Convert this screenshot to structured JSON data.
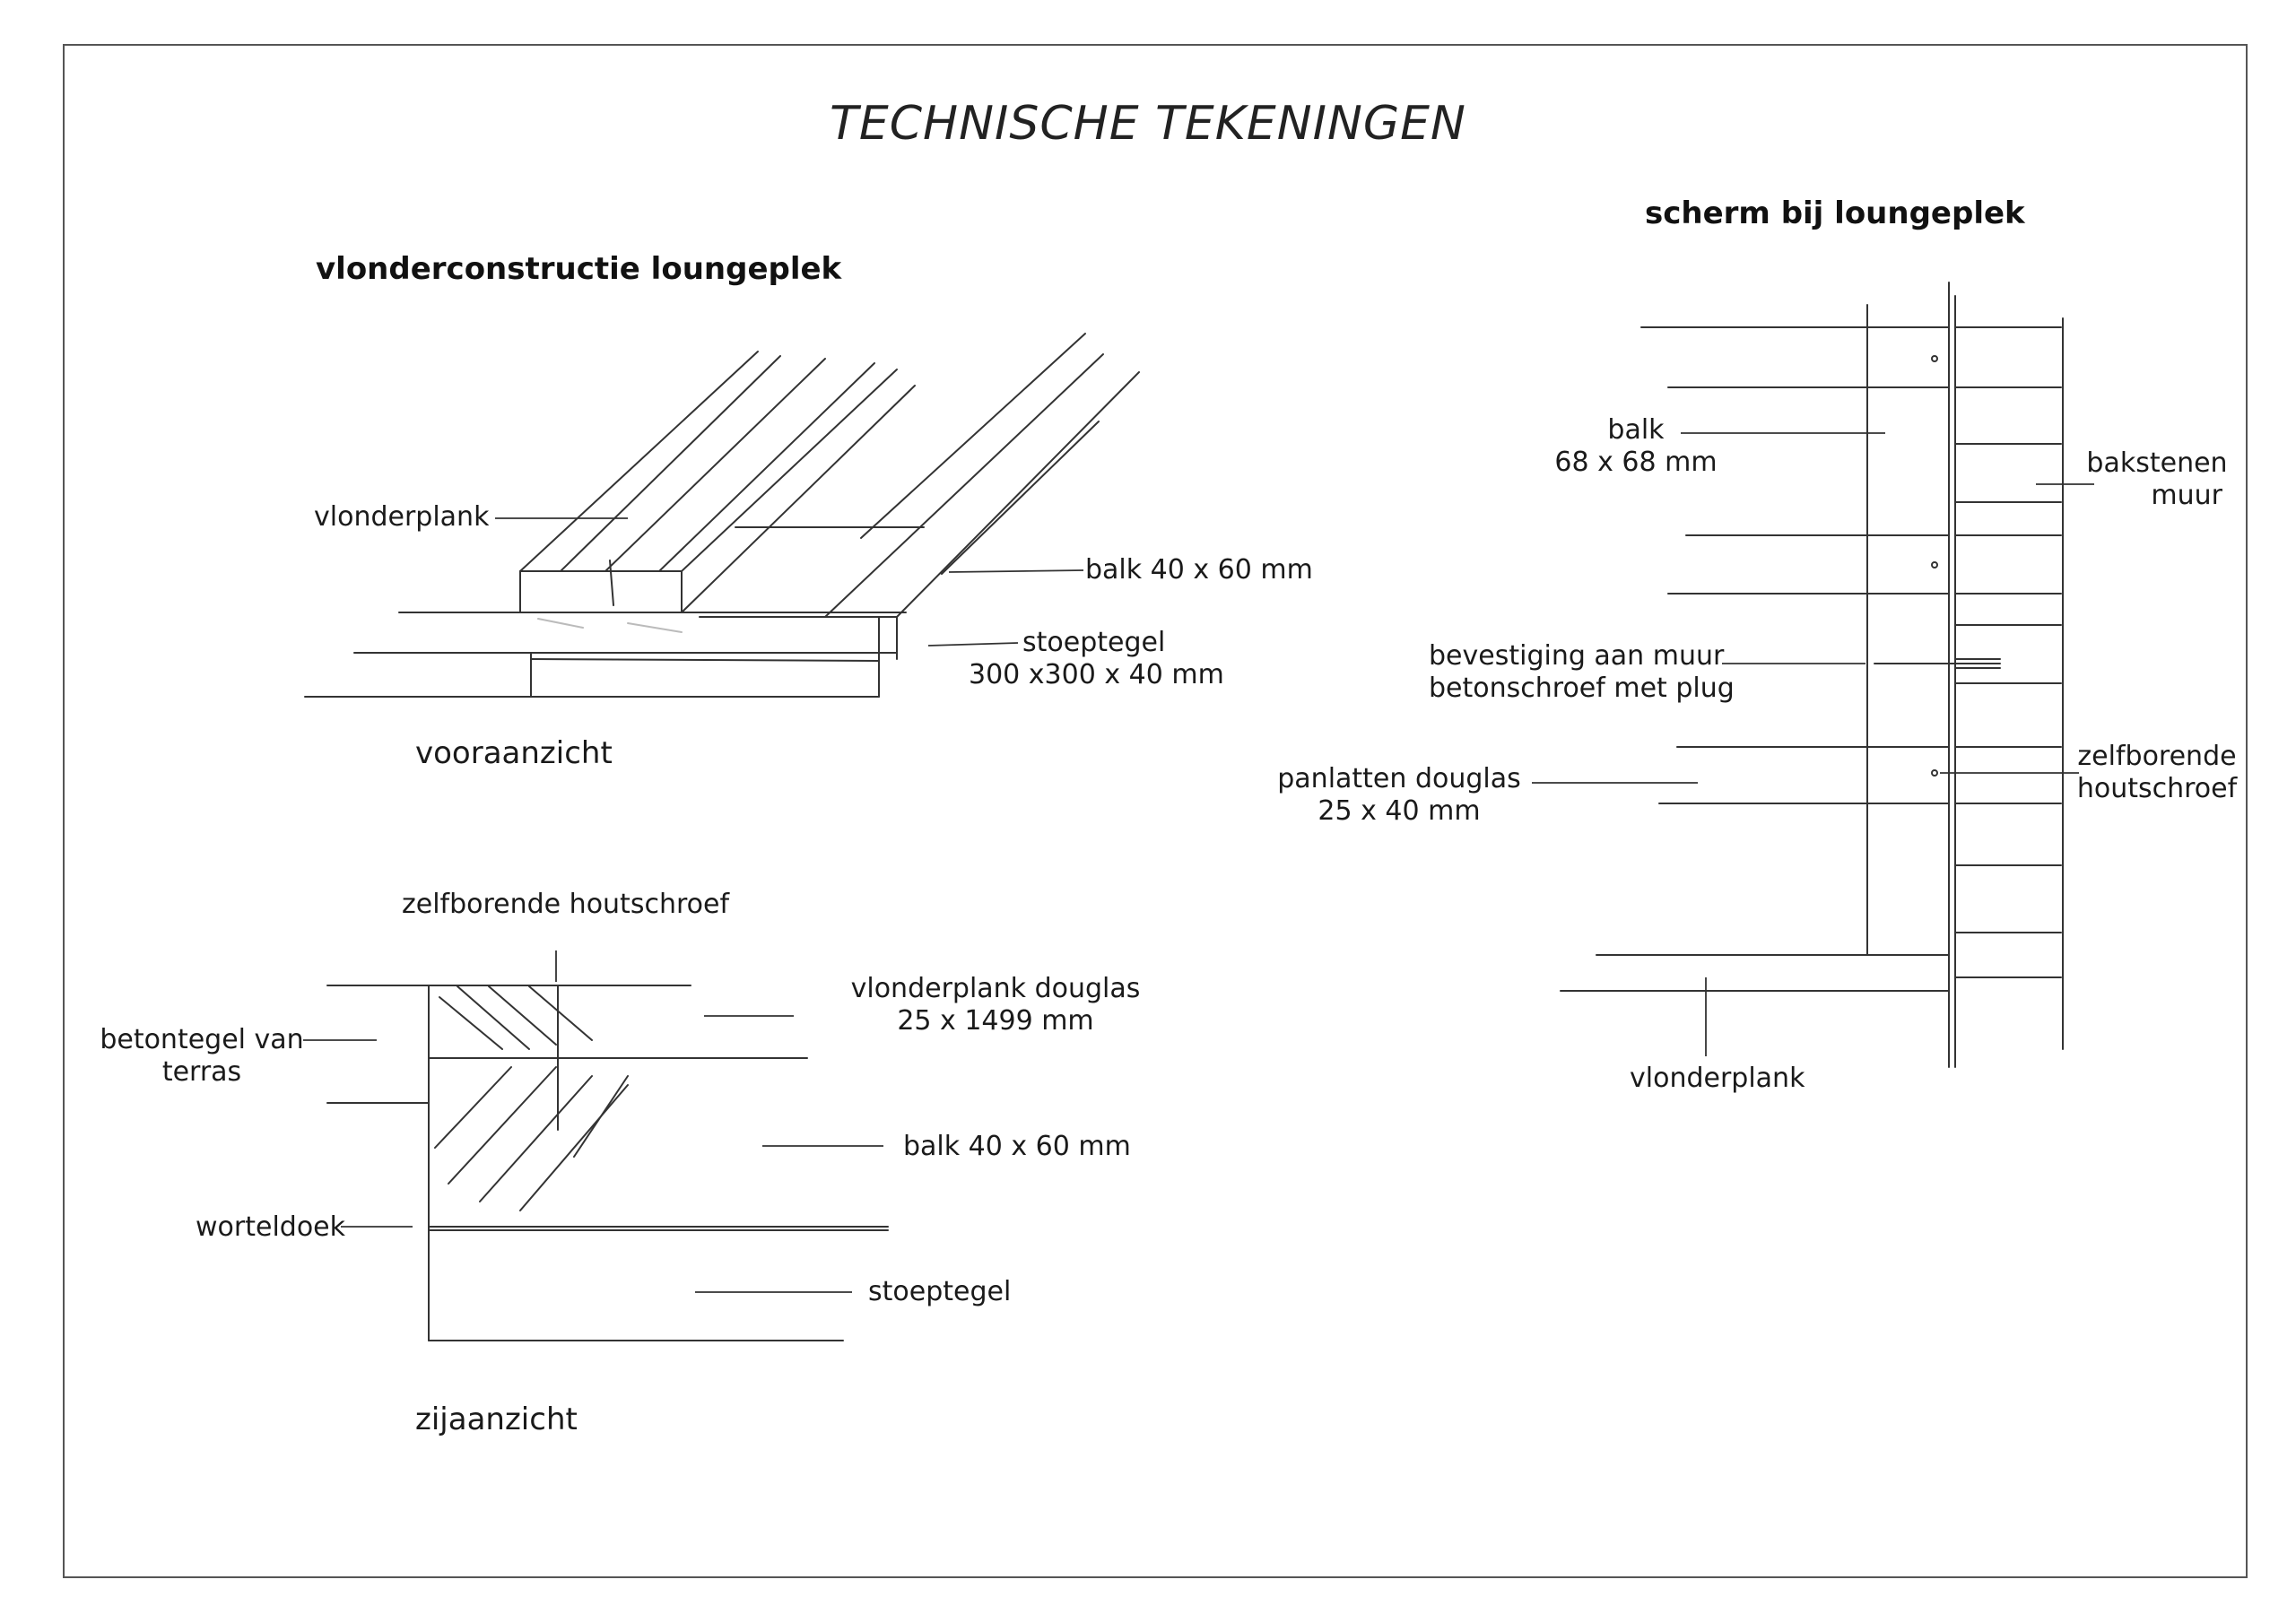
{
  "title": "TECHNISCHE TEKENINGEN",
  "front_view": {
    "heading": "vlonderconstructie loungeplek",
    "caption": "vooraanzicht",
    "labels": {
      "vlonderplank": "vlonderplank",
      "balk": "balk 40 x 60 mm",
      "stoeptegel_1": "stoeptegel",
      "stoeptegel_2": "300  x300 x 40 mm"
    }
  },
  "side_view": {
    "caption": "zijaanzicht",
    "labels": {
      "schroef": "zelfborende houtschroef",
      "vlonderplank_1": "vlonderplank douglas",
      "vlonderplank_2": "25 x 1499 mm",
      "betontegel_1": "betontegel van",
      "betontegel_2": "terras",
      "balk": "balk 40 x 60 mm",
      "worteldoek": "worteldoek",
      "stoeptegel": "stoeptegel"
    }
  },
  "screen": {
    "heading": "scherm  bij loungeplek",
    "labels": {
      "balk_1": "balk",
      "balk_2": "68 x 68 mm",
      "muur_1": "bakstenen",
      "muur_2": "muur",
      "bevestiging_1": "bevestiging aan muur",
      "bevestiging_2": "betonschroef met plug",
      "panlatten_1": "panlatten douglas",
      "panlatten_2": "25 x 40 mm",
      "schroef_1": "zelfborende",
      "schroef_2": "houtschroef",
      "vlonderplank": "vlonderplank"
    }
  },
  "colors": {
    "line": "#333333",
    "frame": "#555555"
  }
}
